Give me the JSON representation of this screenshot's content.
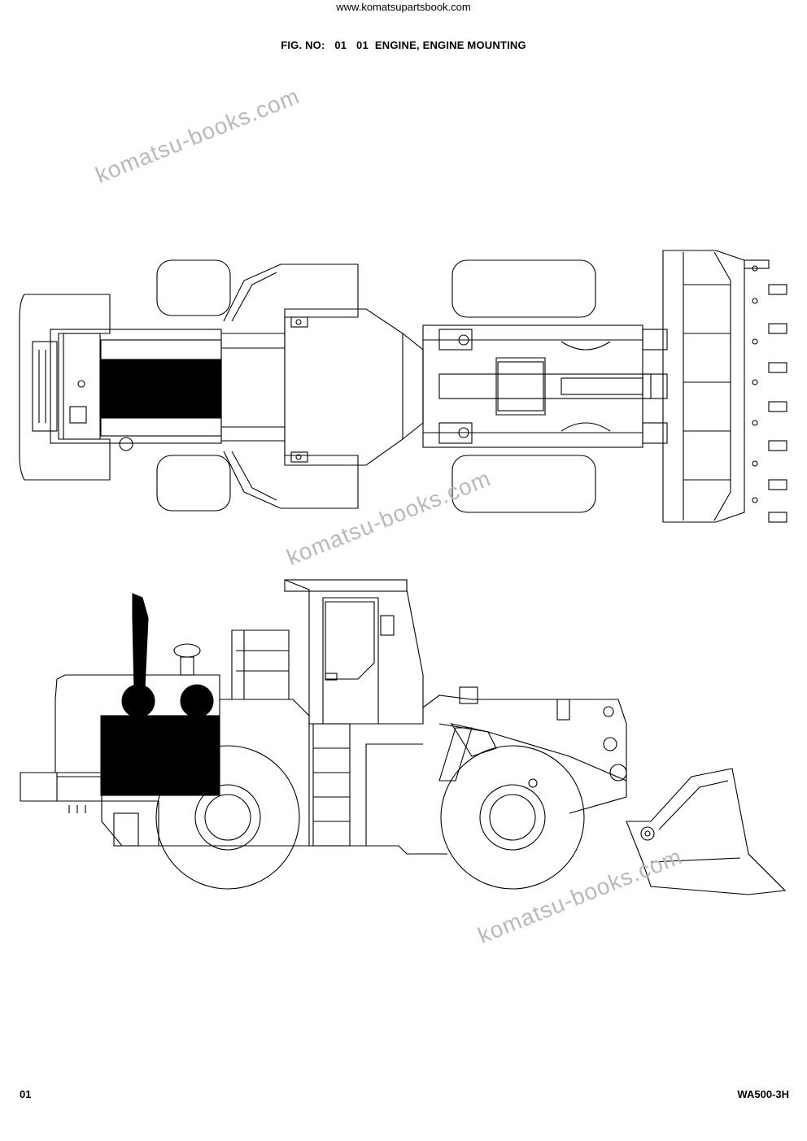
{
  "header": {
    "site_url": "www.komatsupartsbook.com",
    "fig_label": "FIG. NO:",
    "fig_number": "01",
    "fig_code": "01",
    "fig_title": "ENGINE, ENGINE MOUNTING"
  },
  "watermark": {
    "text": "komatsu-books.com",
    "color": "#b9b9b9"
  },
  "footer": {
    "page_code": "01",
    "model": "WA500-3H"
  },
  "colors": {
    "ink": "#000000",
    "highlight": "#000000",
    "paper": "#ffffff"
  }
}
